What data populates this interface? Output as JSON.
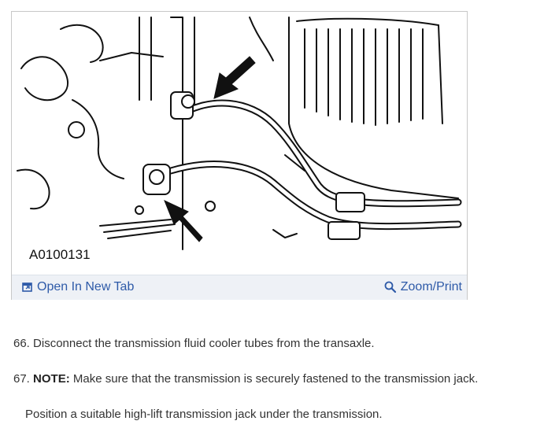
{
  "figure": {
    "id": "A0100131",
    "open_label": "Open In New Tab",
    "zoom_label": "Zoom/Print",
    "open_icon": "open-in-new-tab-icon",
    "zoom_icon": "magnifier-icon",
    "link_color": "#2e5aa8"
  },
  "steps": [
    {
      "number": "66.",
      "text": "Disconnect the transmission fluid cooler tubes from the transaxle."
    },
    {
      "number": "67.",
      "note_label": "NOTE:",
      "text": "Make sure that the transmission is securely fastened to the transmission jack."
    },
    {
      "text": "Position a suitable high-lift transmission jack under the transmission."
    }
  ]
}
